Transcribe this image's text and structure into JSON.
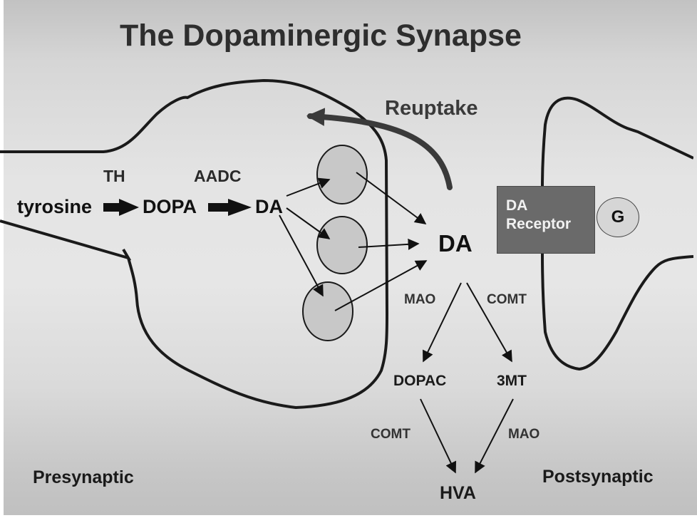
{
  "title": "The Dopaminergic Synapse",
  "labels": {
    "reuptake": "Reuptake",
    "presynaptic": "Presynaptic",
    "postsynaptic": "Postsynaptic"
  },
  "synthesis_pathway": {
    "substrate": "tyrosine",
    "enzyme_1": "TH",
    "intermediate": "DOPA",
    "enzyme_2": "AADC",
    "product": "DA"
  },
  "synaptic_cleft": {
    "released": "DA"
  },
  "receptor": {
    "line1": "DA",
    "line2": "Receptor",
    "g_protein": "G"
  },
  "metabolism": {
    "left_enzyme": "MAO",
    "right_enzyme": "COMT",
    "left_product": "DOPAC",
    "right_product": "3MT",
    "lower_left_enzyme": "COMT",
    "lower_right_enzyme": "MAO",
    "final_product": "HVA"
  },
  "colors": {
    "membrane": "#1a1a1a",
    "vesicle_fill": "#c8c8c8",
    "receptor_fill": "#6a6a6a",
    "reuptake_arrow": "#3a3a3a"
  }
}
